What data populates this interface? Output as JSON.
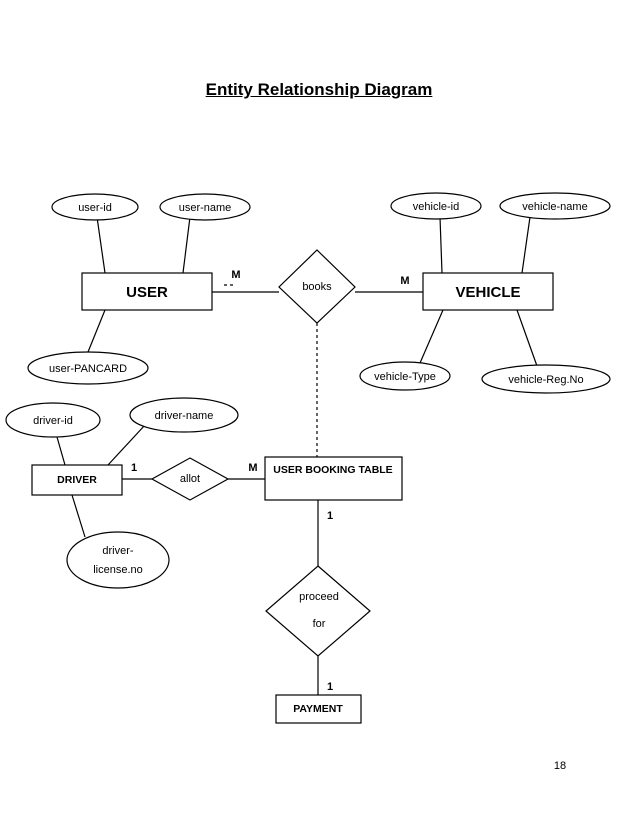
{
  "document": {
    "title": "Entity Relationship Diagram",
    "page_number": "18"
  },
  "entities": {
    "user": "USER",
    "vehicle": "VEHICLE",
    "driver": "DRIVER",
    "user_booking_table": "USER BOOKING TABLE",
    "payment": "PAYMENT"
  },
  "attributes": {
    "user_id": "user-id",
    "user_name": "user-name",
    "user_pancard": "user-PANCARD",
    "vehicle_id": "vehicle-id",
    "vehicle_name": "vehicle-name",
    "vehicle_type": "vehicle-Type",
    "vehicle_reg_no": "vehicle-Reg.No",
    "driver_id": "driver-id",
    "driver_name": "driver-name",
    "driver_license_line1": "driver-",
    "driver_license_line2": "license.no"
  },
  "relationships": {
    "books": "books",
    "allot": "allot",
    "proceed_line1": "proceed",
    "proceed_line2": "for"
  },
  "cardinalities": {
    "user_books": "M",
    "vehicle_books": "M",
    "driver_allot": "1",
    "booking_allot": "M",
    "booking_proceed": "1",
    "payment_proceed": "1"
  }
}
